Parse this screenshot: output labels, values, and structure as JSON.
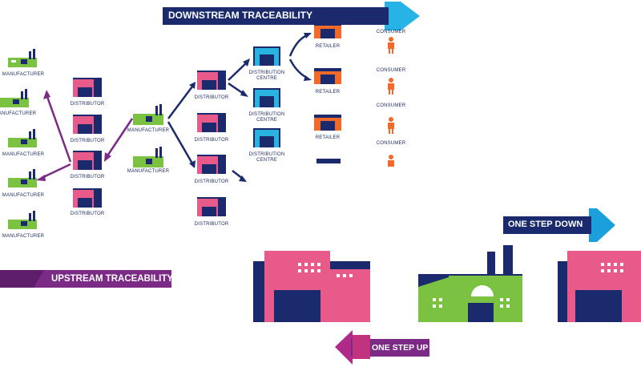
{
  "banners": {
    "downstream": "DOWNSTREAM TRACEABILITY",
    "upstream": "UPSTREAM TRACEABILITY",
    "one_step_down": "ONE STEP DOWN",
    "one_step_up": "ONE STEP UP"
  },
  "labels": {
    "manufacturer": "MANUFACTURER",
    "distributor": "DISTRIBUTOR",
    "distribution_centre_1": "DISTRIBUTION",
    "distribution_centre_2": "CENTRE",
    "retailer": "RETAILER",
    "consumer": "CONSUMER"
  },
  "colors": {
    "navy": "#1a2a6c",
    "pink": "#e85a8a",
    "green": "#7cc242",
    "cyan": "#2bb3e0",
    "orange": "#f26a2a",
    "purple": "#7b2a86",
    "blue": "#1ca0dc"
  }
}
